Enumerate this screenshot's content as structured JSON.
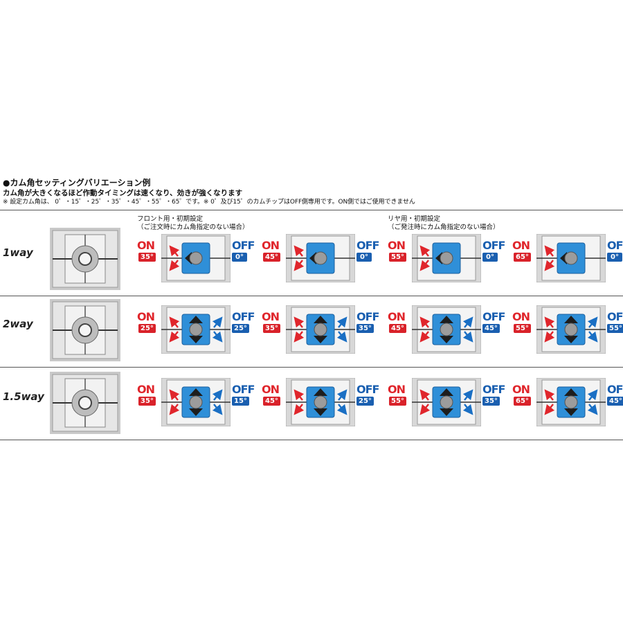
{
  "header": {
    "title": "●カム角セッティングバリエーション例",
    "subtitle": "カム角が大きくなるほど作動タイミングは速くなり、効きが強くなります",
    "note": "※ 設定カム角は、 0゜・15゜・25゜・35゜・45゜・55゜・65゜です。※ 0゜及び15゜のカムチップはOFF側専用です。ON側ではご使用できません"
  },
  "groups": [
    {
      "name": "フロント用・初期設定",
      "sub": "（ご注文時にカム角指定のない場合）"
    },
    {
      "name": "リヤ用・初期設定",
      "sub": "（ご発注時にカム角指定のない場合）"
    }
  ],
  "labels": {
    "on": "ON",
    "off": "OFF"
  },
  "colors": {
    "on": "#d9222a",
    "off": "#1a5fb0",
    "cam": "#2f8fd8"
  },
  "rows": [
    {
      "way": "1way",
      "cells": [
        {
          "on": "35°",
          "off": "0°"
        },
        {
          "on": "45°",
          "off": "0°"
        },
        {
          "on": "55°",
          "off": "0°"
        },
        {
          "on": "65°",
          "off": "0°"
        }
      ]
    },
    {
      "way": "2way",
      "cells": [
        {
          "on": "25°",
          "off": "25°"
        },
        {
          "on": "35°",
          "off": "35°"
        },
        {
          "on": "45°",
          "off": "45°"
        },
        {
          "on": "55°",
          "off": "55°"
        }
      ]
    },
    {
      "way": "1.5way",
      "cells": [
        {
          "on": "35°",
          "off": "15°"
        },
        {
          "on": "45°",
          "off": "25°"
        },
        {
          "on": "55°",
          "off": "35°"
        },
        {
          "on": "65°",
          "off": "45°"
        }
      ]
    }
  ]
}
